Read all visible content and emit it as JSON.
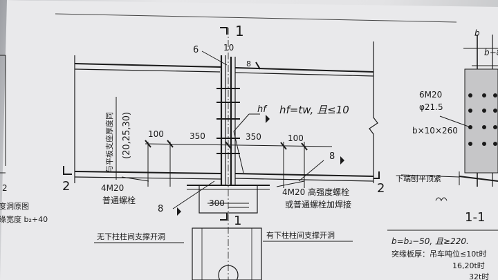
{
  "drawing": {
    "section_mark_top": "1",
    "section_mark_bottom": "1",
    "section_mark_left": "2",
    "section_mark_right": "2",
    "callout_6": "6",
    "dim_10": "10",
    "dim_8_top": "8",
    "weld_hf": "hf",
    "weld_note": "hf=tw, 且≤10",
    "vertical_note": "与平板支座厚度同",
    "vertical_values": "(20,25,30)",
    "dim_100_left": "100",
    "dim_350_left": "350",
    "dim_350_right": "350",
    "dim_100_right": "100",
    "callout_8_right": "8",
    "callout_8_bottom": "8",
    "bolt_left_1": "4M20",
    "bolt_left_2": "普通螺栓",
    "dim_300": "300",
    "bolt_right_1": "4M20 高强度螺栓",
    "bolt_right_2": "或普通螺栓加焊接",
    "caption_left": "无下柱柱间支撑开洞",
    "caption_right": "有下柱柱间支撑开洞",
    "left_text_1": "度洞原图",
    "left_text_2": "缘宽度 b₂+40"
  },
  "section_detail": {
    "top_b": "b",
    "top_b8": "b−8",
    "bolt_spec": "6M20",
    "hole_dia": "φ21.5",
    "plate_spec": "b×10×260",
    "bottom_note": "下端刨平顶紧",
    "section_title": "1-1",
    "formula": "b=b₂−50, 且≥220.",
    "note_1": "突缘板厚：吊车吨位≤10t时",
    "note_2": "16,20t时",
    "note_3": "32t时"
  }
}
